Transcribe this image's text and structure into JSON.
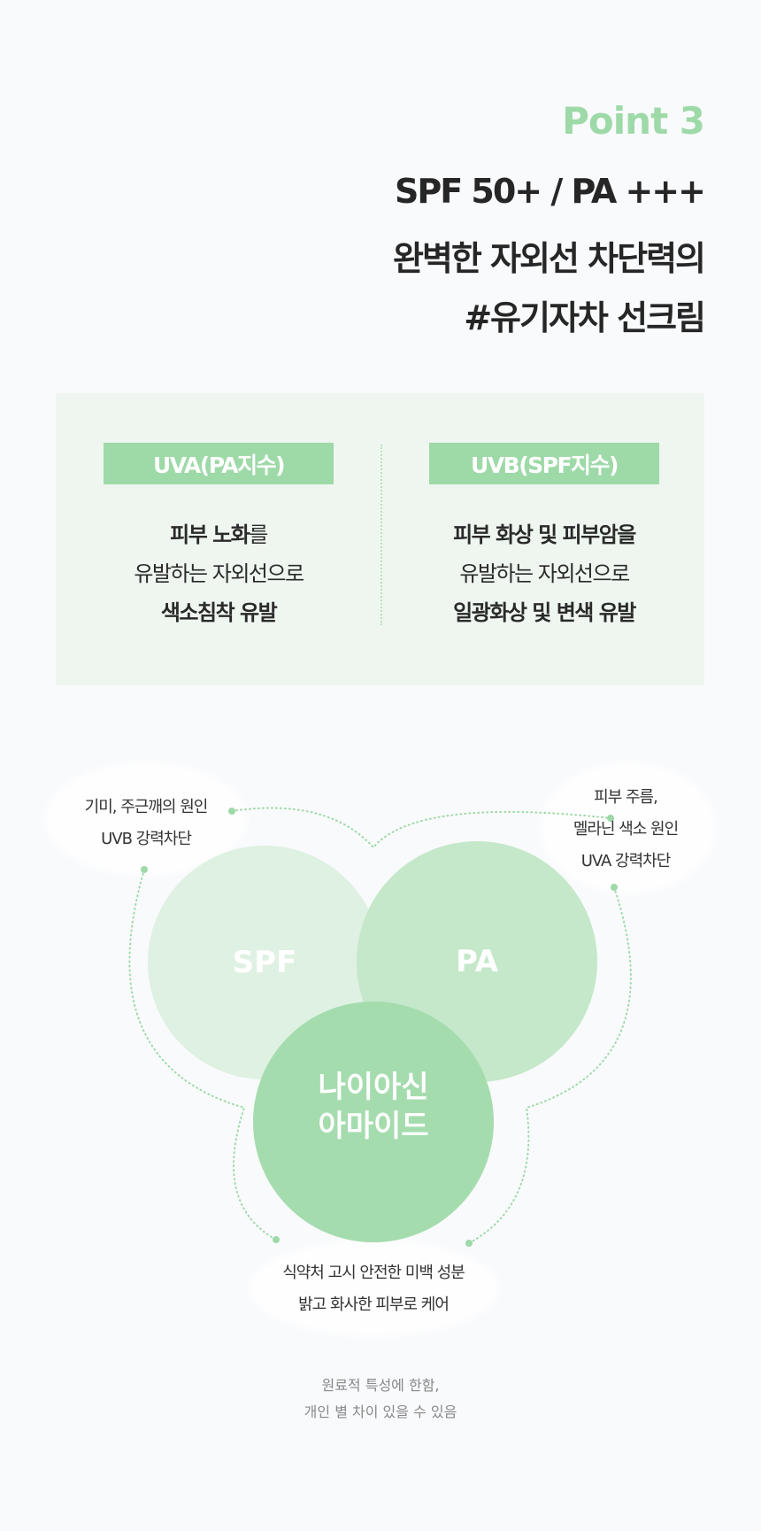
{
  "point_label": "Point 3",
  "title": [
    "SPF 50+ / PA +++",
    "완벽한 자외선 차단력의",
    "#유기자차 선크림"
  ],
  "uva": {
    "tag": "UVA(PA지수)",
    "line1": "피부 노화",
    "line1_rest": "를",
    "line2": "유발하는 자외선으로",
    "line3": "색소침착 유발"
  },
  "uvb": {
    "tag": "UVB(SPF지수)",
    "line1": "피부 화상 및 피부암을",
    "line2": "유발하는 자외선으로",
    "line3": "일광화상 및 변색 유발"
  },
  "venn": {
    "spf": "SPF",
    "pa": "PA",
    "niacinamide": [
      "나이아신",
      "아마이드"
    ],
    "left_label": [
      "기미, 주근깨의 원인",
      "UVB 강력차단"
    ],
    "right_label": [
      "피부 주름,",
      "멜라닌 색소 원인",
      "UVA 강력차단"
    ],
    "bottom_label": [
      "식약처 고시 안전한 미백 성분",
      "밝고 화사한 피부로 케어"
    ]
  },
  "footnote": [
    "원료적 특성에 한함,",
    "개인 별 차이 있을 수 있음"
  ],
  "colors": {
    "accent": "#9ed9a8",
    "spf": "#dff1e2",
    "pa": "#c4e8c9",
    "niacinamide": "#a5dcae",
    "box": "#eef6ef"
  }
}
